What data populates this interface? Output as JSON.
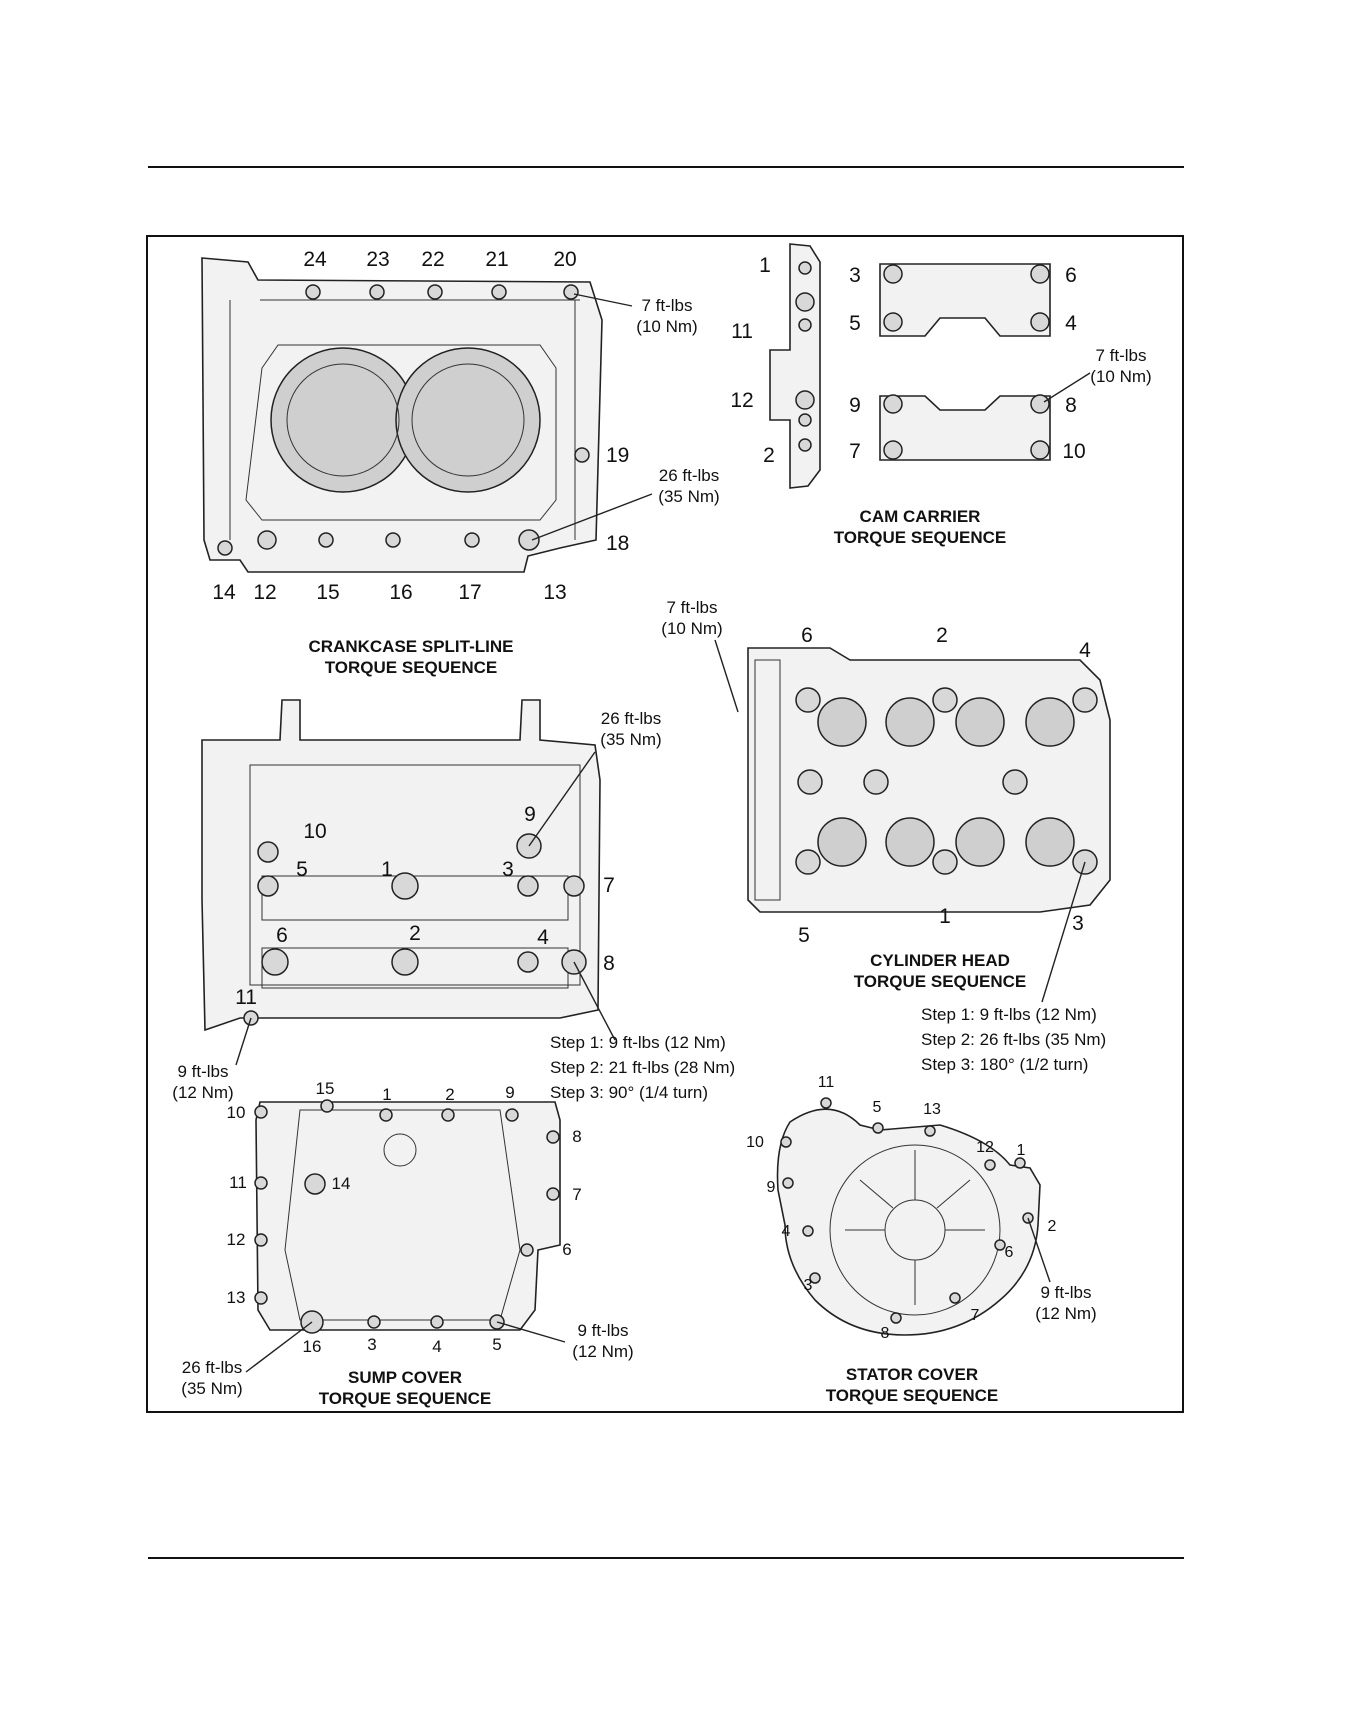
{
  "crankcase": {
    "title_line1": "CRANKCASE SPLIT-LINE",
    "title_line2": "TORQUE SEQUENCE",
    "numbers": {
      "n24": "24",
      "n23": "23",
      "n22": "22",
      "n21": "21",
      "n20": "20",
      "n19": "19",
      "n18": "18",
      "n14": "14",
      "n12": "12",
      "n15": "15",
      "n16": "16",
      "n17": "17",
      "n13": "13"
    },
    "torque_small": {
      "line1": "7 ft-lbs",
      "line2": "(10 Nm)"
    },
    "torque_large": {
      "line1": "26 ft-lbs",
      "line2": "(35 Nm)"
    }
  },
  "cam_carrier": {
    "title_line1": "CAM CARRIER",
    "title_line2": "TORQUE SEQUENCE",
    "numbers": {
      "n1": "1",
      "n11": "11",
      "n12": "12",
      "n2": "2",
      "n3": "3",
      "n6": "6",
      "n5": "5",
      "n4": "4",
      "n9": "9",
      "n8": "8",
      "n7": "7",
      "n10": "10"
    },
    "torque": {
      "line1": "7 ft-lbs",
      "line2": "(10 Nm)"
    }
  },
  "cylinder_head": {
    "title_line1": "CYLINDER HEAD",
    "title_line2": "TORQUE SEQUENCE",
    "numbers": {
      "n6": "6",
      "n2": "2",
      "n4": "4",
      "n1": "1",
      "n3": "3",
      "n5": "5"
    },
    "torque": {
      "line1": "7 ft-lbs",
      "line2": "(10 Nm)"
    },
    "steps": [
      "Step 1: 9 ft-lbs (12 Nm)",
      "Step 2: 26 ft-lbs (35 Nm)",
      "Step 3: 180° (1/2 turn)"
    ]
  },
  "crankcase_lower": {
    "numbers": {
      "n10": "10",
      "n9": "9",
      "n5": "5",
      "n1": "1",
      "n3": "3",
      "n7": "7",
      "n6": "6",
      "n2": "2",
      "n4": "4",
      "n8": "8",
      "n11": "11"
    },
    "torque_large": {
      "line1": "26 ft-lbs",
      "line2": "(35 Nm)"
    },
    "torque_small": {
      "line1": "9 ft-lbs",
      "line2": "(12 Nm)"
    },
    "steps": [
      "Step 1: 9 ft-lbs (12 Nm)",
      "Step 2: 21 ft-lbs (28 Nm)",
      "Step 3: 90° (1/4 turn)"
    ]
  },
  "sump_cover": {
    "title_line1": "SUMP COVER",
    "title_line2": "TORQUE SEQUENCE",
    "numbers": {
      "n15": "15",
      "n1": "1",
      "n2": "2",
      "n9": "9",
      "n10": "10",
      "n8": "8",
      "n11": "11",
      "n14": "14",
      "n7": "7",
      "n12": "12",
      "n6": "6",
      "n13": "13",
      "n16": "16",
      "n3": "3",
      "n4": "4",
      "n5": "5"
    },
    "torque_small": {
      "line1": "9 ft-lbs",
      "line2": "(12 Nm)"
    },
    "torque_large": {
      "line1": "26 ft-lbs",
      "line2": "(35 Nm)"
    }
  },
  "stator_cover": {
    "title_line1": "STATOR COVER",
    "title_line2": "TORQUE SEQUENCE",
    "numbers": {
      "n11": "11",
      "n5": "5",
      "n13": "13",
      "n10": "10",
      "n12": "12",
      "n1": "1",
      "n9": "9",
      "n2": "2",
      "n4": "4",
      "n6": "6",
      "n3": "3",
      "n7": "7",
      "n8": "8"
    },
    "torque": {
      "line1": "9 ft-lbs",
      "line2": "(12 Nm)"
    }
  }
}
